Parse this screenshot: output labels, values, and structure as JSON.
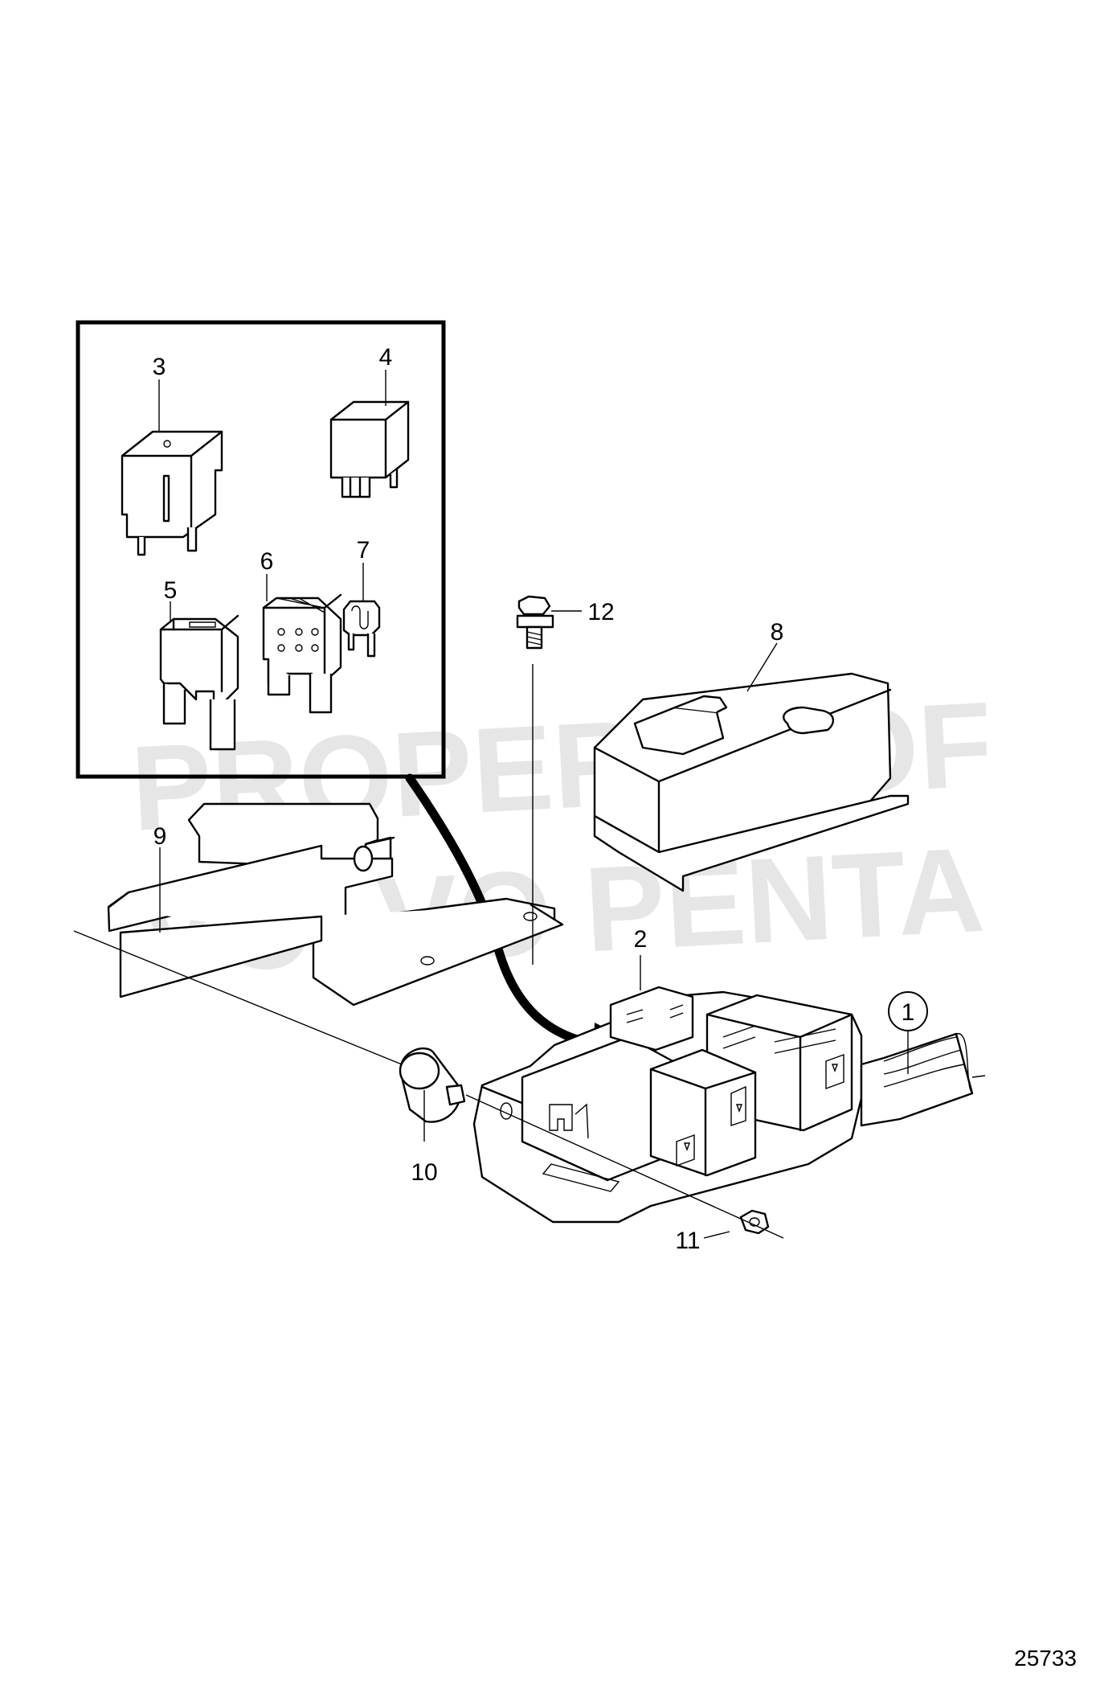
{
  "watermark": {
    "line1": "PROPERTY OF",
    "line2": "VOLVO PENTA"
  },
  "drawing_number": "25733",
  "callouts": [
    {
      "id": "1",
      "label": "1"
    },
    {
      "id": "2",
      "label": "2"
    },
    {
      "id": "3",
      "label": "3"
    },
    {
      "id": "4",
      "label": "4"
    },
    {
      "id": "5",
      "label": "5"
    },
    {
      "id": "6",
      "label": "6"
    },
    {
      "id": "7",
      "label": "7"
    },
    {
      "id": "8",
      "label": "8"
    },
    {
      "id": "9",
      "label": "9"
    },
    {
      "id": "10",
      "label": "10"
    },
    {
      "id": "11",
      "label": "11"
    },
    {
      "id": "12",
      "label": "12"
    }
  ]
}
